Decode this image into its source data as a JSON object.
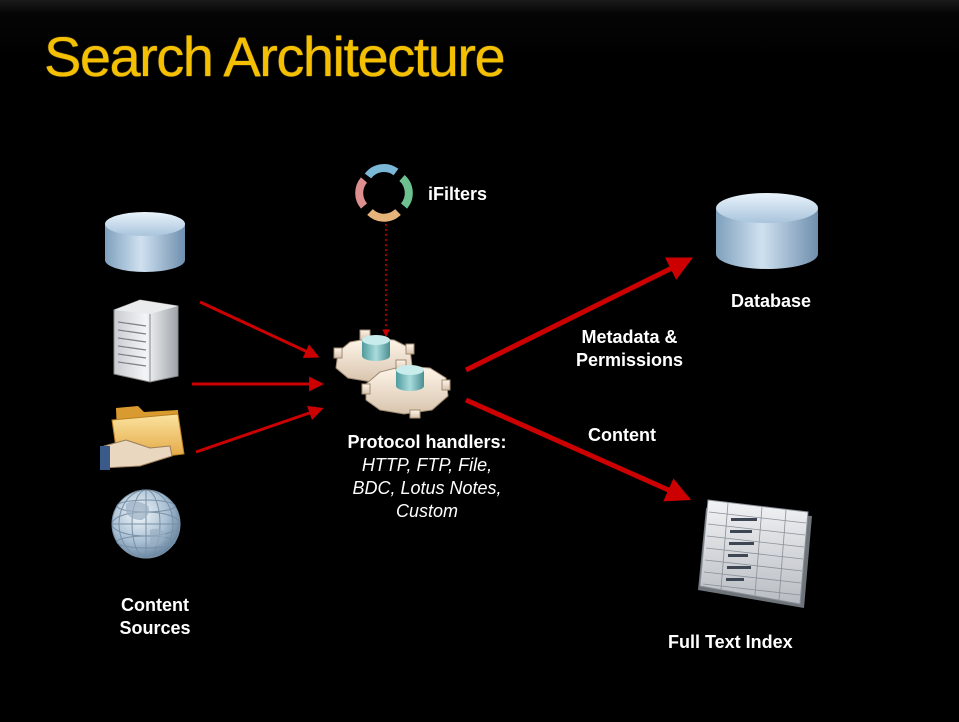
{
  "title": "Search Architecture",
  "labels": {
    "ifilters": "iFilters",
    "database": "Database",
    "metadata_line1": "Metadata &",
    "metadata_line2": "Permissions",
    "content": "Content",
    "protocol_heading": "Protocol handlers:",
    "protocol_line1": "HTTP, FTP, File,",
    "protocol_line2": "BDC, Lotus Notes,",
    "protocol_line3": "Custom",
    "content_sources_line1": "Content",
    "content_sources_line2": "Sources",
    "full_text_index": "Full Text Index"
  },
  "colors": {
    "title": "#f5c000",
    "arrow": "#cc0000",
    "text": "#ffffff",
    "background": "#000000"
  },
  "icons": {
    "content_sources": [
      "database-cylinder-icon",
      "server-tower-icon",
      "shared-folder-icon",
      "globe-icon"
    ],
    "processor": "gears-icon",
    "ifilters": "cycle-arrows-icon",
    "database": "database-cylinder-icon",
    "index": "index-table-icon"
  }
}
